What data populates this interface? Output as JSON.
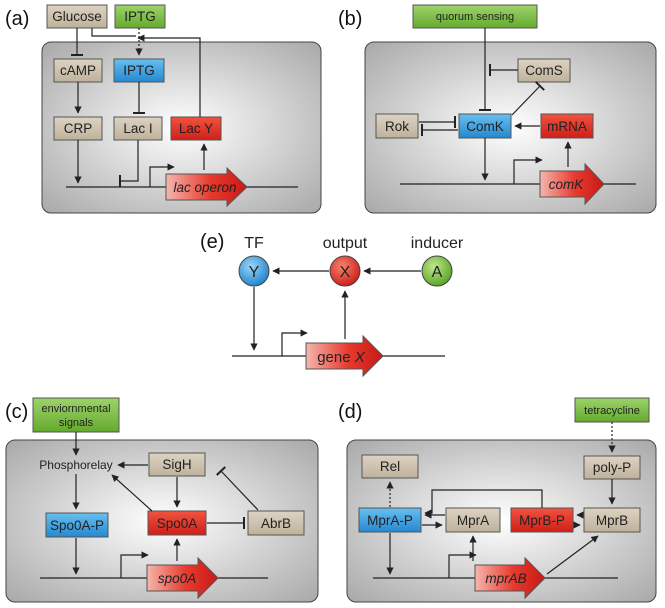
{
  "panel_a": {
    "letter": "(a)",
    "glucose": "Glucose",
    "iptg_out": "IPTG",
    "camp": "cAMP",
    "iptg_in": "IPTG",
    "crp": "CRP",
    "laci": "Lac I",
    "lacy": "Lac Y",
    "operon": "lac operon"
  },
  "panel_b": {
    "letter": "(b)",
    "quorum": "quorum sensing",
    "coms": "ComS",
    "rok": "Rok",
    "comk": "ComK",
    "mrna": "mRNA",
    "gene": "comK"
  },
  "panel_e": {
    "letter": "(e)",
    "tf_label": "TF",
    "output_label": "output",
    "inducer_label": "inducer",
    "y": "Y",
    "x": "X",
    "a": "A",
    "gene_prefix": "gene ",
    "gene_var": "X"
  },
  "panel_c": {
    "letter": "(c)",
    "env_line1": "enviornmental",
    "env_line2": "signals",
    "phosphorelay": "Phosphorelay",
    "sigh": "SigH",
    "spo0ap": "Spo0A-P",
    "spo0a": "Spo0A",
    "abrb": "AbrB",
    "gene": "spo0A"
  },
  "panel_d": {
    "letter": "(d)",
    "tetracycline": "tetracycline",
    "polyp": "poly-P",
    "rel": "Rel",
    "mprap": "MprA-P",
    "mpra": "MprA",
    "mprbp": "MprB-P",
    "mprb": "MprB",
    "gene": "mprAB"
  },
  "colors": {
    "tan": "#c9bda8",
    "blue": "#3a9ee0",
    "red": "#e2312a",
    "green": "#7cc043",
    "panel_bg": "#c8c8c8"
  }
}
